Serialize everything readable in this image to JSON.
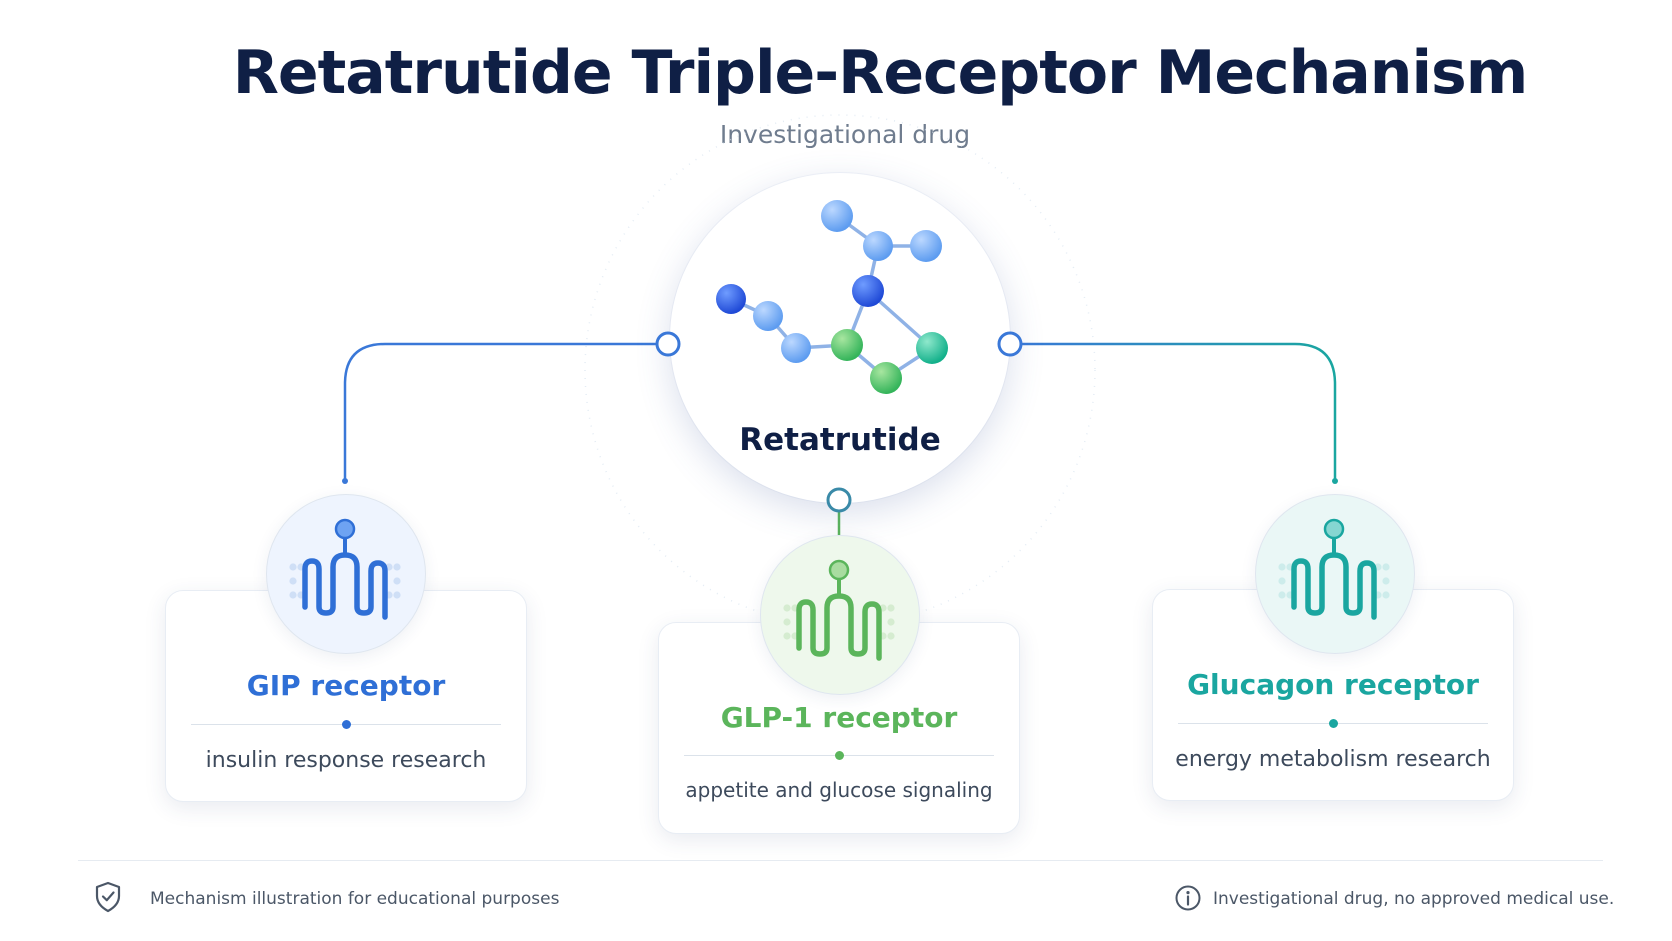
{
  "header": {
    "title": "Retatrutide Triple-Receptor Mechanism",
    "subtitle": "Investigational drug"
  },
  "center": {
    "label": "Retatrutide",
    "icon": "molecule-icon"
  },
  "receptors": [
    {
      "title": "GIP receptor",
      "description": "insulin response research",
      "color": "#2f6fd6",
      "icon": "gpcr-receptor-icon"
    },
    {
      "title": "GLP-1 receptor",
      "description": "appetite and glucose signaling",
      "color": "#5bb55b",
      "icon": "gpcr-receptor-icon"
    },
    {
      "title": "Glucagon receptor",
      "description": "energy metabolism research",
      "color": "#1aa6a0",
      "icon": "gpcr-receptor-icon"
    }
  ],
  "footer": {
    "left_text": "Mechanism illustration for educational purposes",
    "left_icon": "shield-check-icon",
    "right_text": "Investigational drug, no approved medical use.",
    "right_icon": "info-icon"
  },
  "colors": {
    "title": "#0f1f45",
    "connector_blue": "#3a78d8",
    "connector_green": "#5bb55b",
    "connector_teal": "#1aa6a0"
  }
}
